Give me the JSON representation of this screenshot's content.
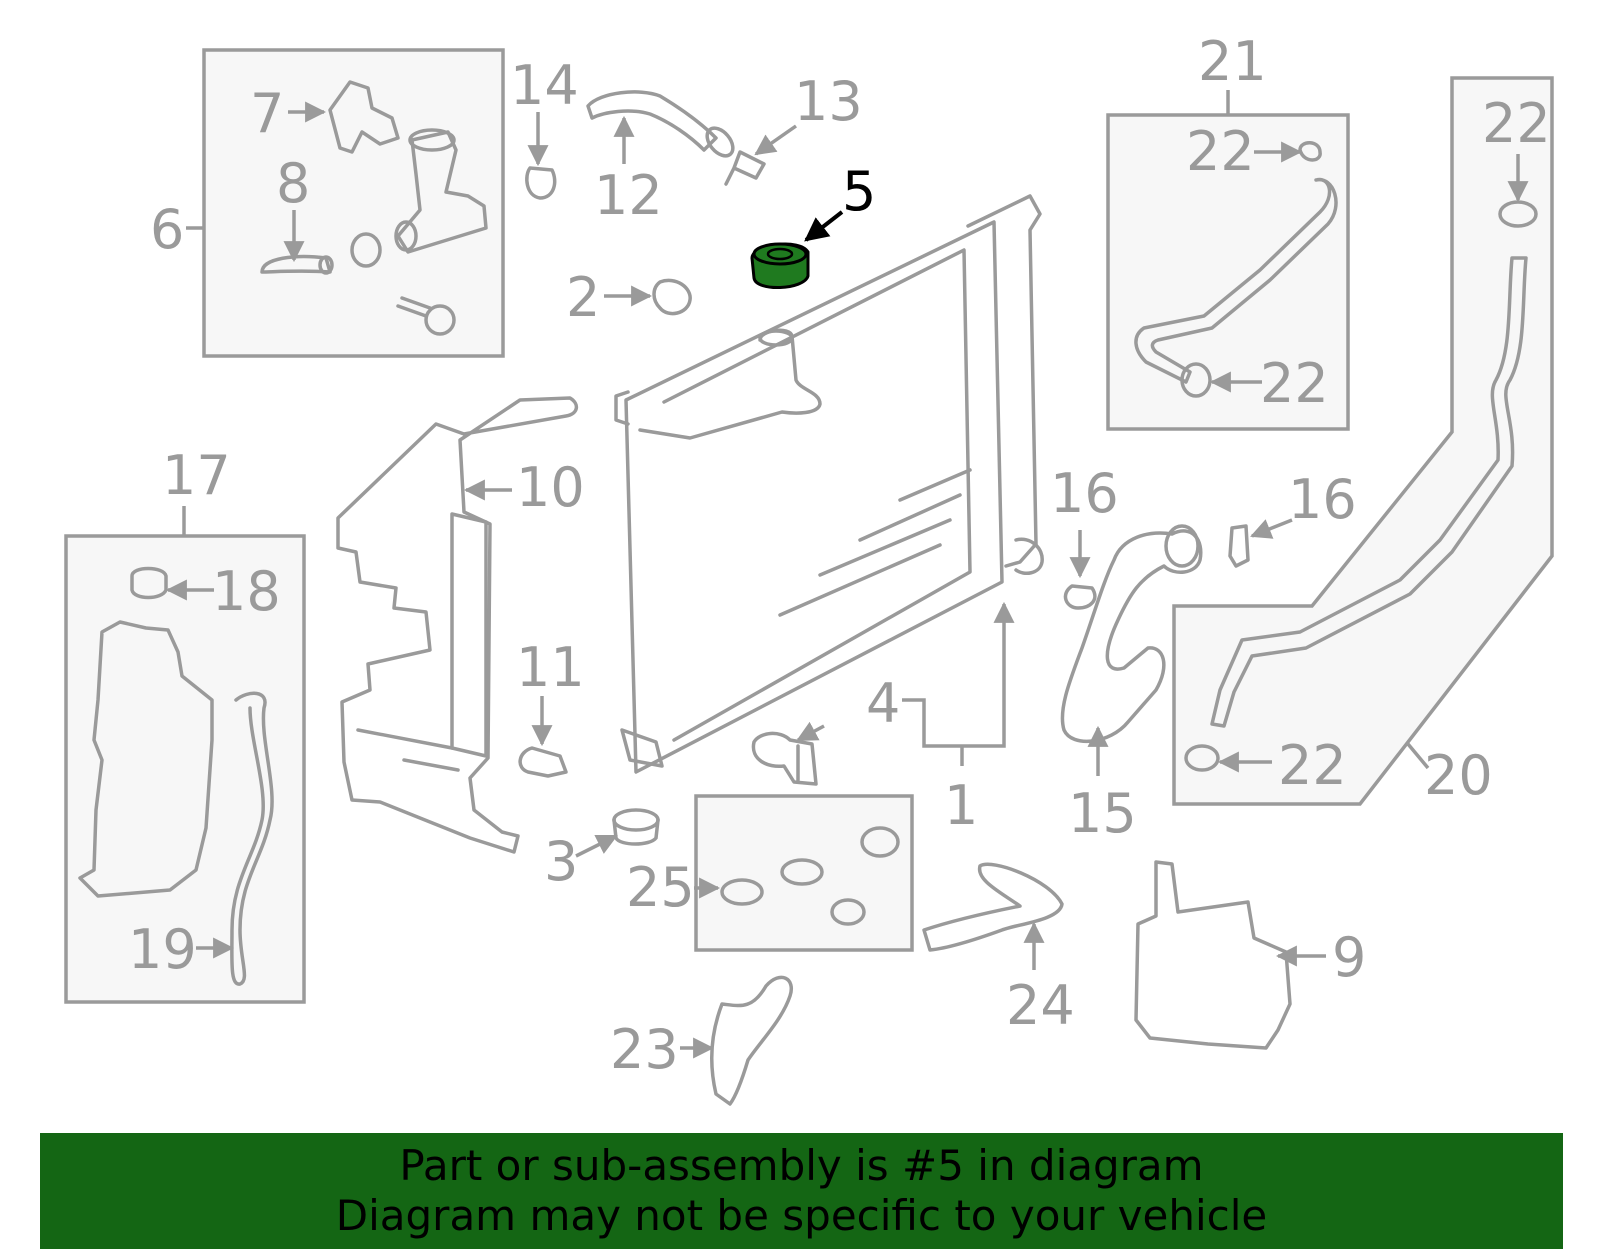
{
  "colors": {
    "line": "#9a9a9a",
    "highlight_fill": "#1f7a1f",
    "highlight_label": "#000000",
    "banner_bg": "#146614",
    "banner_text": "#000000"
  },
  "highlighted_part": "5",
  "callouts": {
    "c1": "1",
    "c2": "2",
    "c3": "3",
    "c4": "4",
    "c5": "5",
    "c6": "6",
    "c7": "7",
    "c8": "8",
    "c9": "9",
    "c10": "10",
    "c11": "11",
    "c12": "12",
    "c13": "13",
    "c14": "14",
    "c15": "15",
    "c16a": "16",
    "c16b": "16",
    "c17": "17",
    "c18": "18",
    "c19": "19",
    "c20": "20",
    "c21": "21",
    "c22a": "22",
    "c22b": "22",
    "c22c": "22",
    "c22d": "22",
    "c23": "23",
    "c24": "24",
    "c25": "25"
  },
  "banner": {
    "line1": "Part or sub-assembly is #5 in diagram",
    "line2": "Diagram may not be specific to your vehicle"
  }
}
